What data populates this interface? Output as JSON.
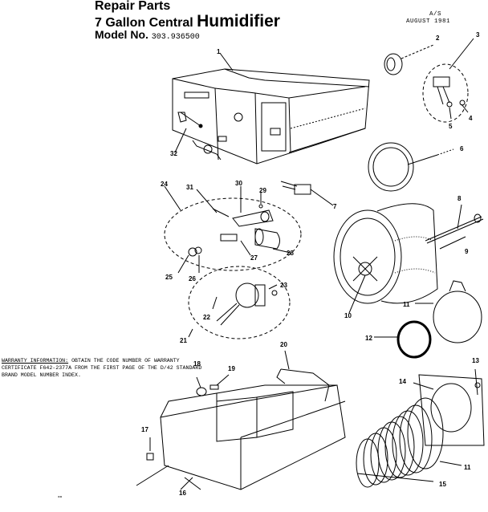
{
  "header": {
    "line1": "Repair Parts",
    "line2_prefix": "7 Gallon Central ",
    "line2_big": "Humidifier",
    "model_label": "Model No.",
    "model_number": "303.936500"
  },
  "doc_code": {
    "line1": "A/S",
    "line2": "AUGUST 1981"
  },
  "warranty": {
    "heading": "WARRANTY INFORMATION:",
    "body": "OBTAIN THE CODE NUMBER OF WARRANTY CERTIFICATE F642-2377A FROM THE FIRST PAGE OF THE D/42 STANDARD BRAND MODEL NUMBER INDEX."
  },
  "footer_mark": "--",
  "callouts": [
    "1",
    "2",
    "3",
    "4",
    "5",
    "6",
    "7",
    "8",
    "9",
    "10",
    "11",
    "12",
    "13",
    "14",
    "11",
    "15",
    "16",
    "17",
    "18",
    "19",
    "20",
    "21",
    "22",
    "23",
    "24",
    "25",
    "26",
    "27",
    "28",
    "29",
    "30",
    "31",
    "32"
  ],
  "colors": {
    "ink": "#000000",
    "paper": "#ffffff"
  }
}
